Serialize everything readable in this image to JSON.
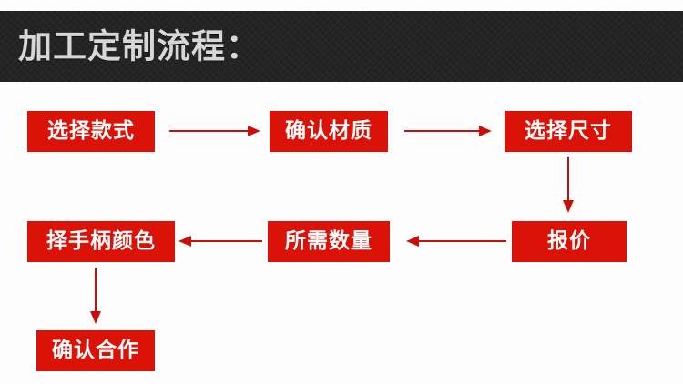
{
  "header": {
    "title": "加工定制流程：",
    "text_color": "#d7d7d7",
    "background_color": "#242424"
  },
  "theme": {
    "box_color": "#da1208",
    "box_text_color": "#ffffff",
    "arrow_color": "#c8100a",
    "page_background": "#fdfdfd"
  },
  "flow": {
    "row1": [
      {
        "id": "select-style",
        "label": "选择款式"
      },
      {
        "id": "confirm-material",
        "label": "确认材质"
      },
      {
        "id": "select-size",
        "label": "选择尺寸"
      }
    ],
    "row2": [
      {
        "id": "select-handle-color",
        "label": "择手柄颜色"
      },
      {
        "id": "required-quantity",
        "label": "所需数量"
      },
      {
        "id": "quotation",
        "label": "报价"
      }
    ],
    "row3": [
      {
        "id": "confirm-cooperation",
        "label": "确认合作"
      }
    ],
    "arrows": [
      {
        "id": "style-to-material",
        "direction": "right"
      },
      {
        "id": "material-to-size",
        "direction": "right"
      },
      {
        "id": "size-to-quotation",
        "direction": "down"
      },
      {
        "id": "quotation-to-quantity",
        "direction": "left"
      },
      {
        "id": "quantity-to-handle",
        "direction": "left"
      },
      {
        "id": "handle-to-confirm",
        "direction": "down"
      }
    ]
  }
}
